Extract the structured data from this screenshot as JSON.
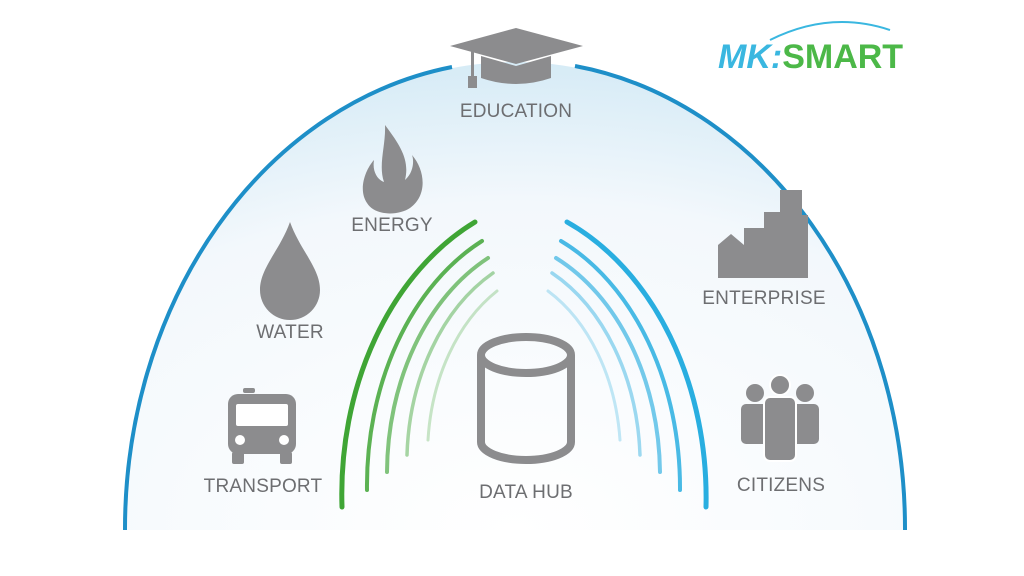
{
  "logo": {
    "prefix": "MK:",
    "suffix": "SMART"
  },
  "labels": {
    "education": "EDUCATION",
    "energy": "ENERGY",
    "water": "WATER",
    "transport": "TRANSPORT",
    "data_hub": "DATA HUB",
    "enterprise": "ENTERPRISE",
    "citizens": "CITIZENS"
  },
  "colors": {
    "dome": "#1e8fc8",
    "green": "#3fa535",
    "blue": "#29aee0",
    "icon": "#8c8c8e",
    "text": "#6d6e71"
  }
}
